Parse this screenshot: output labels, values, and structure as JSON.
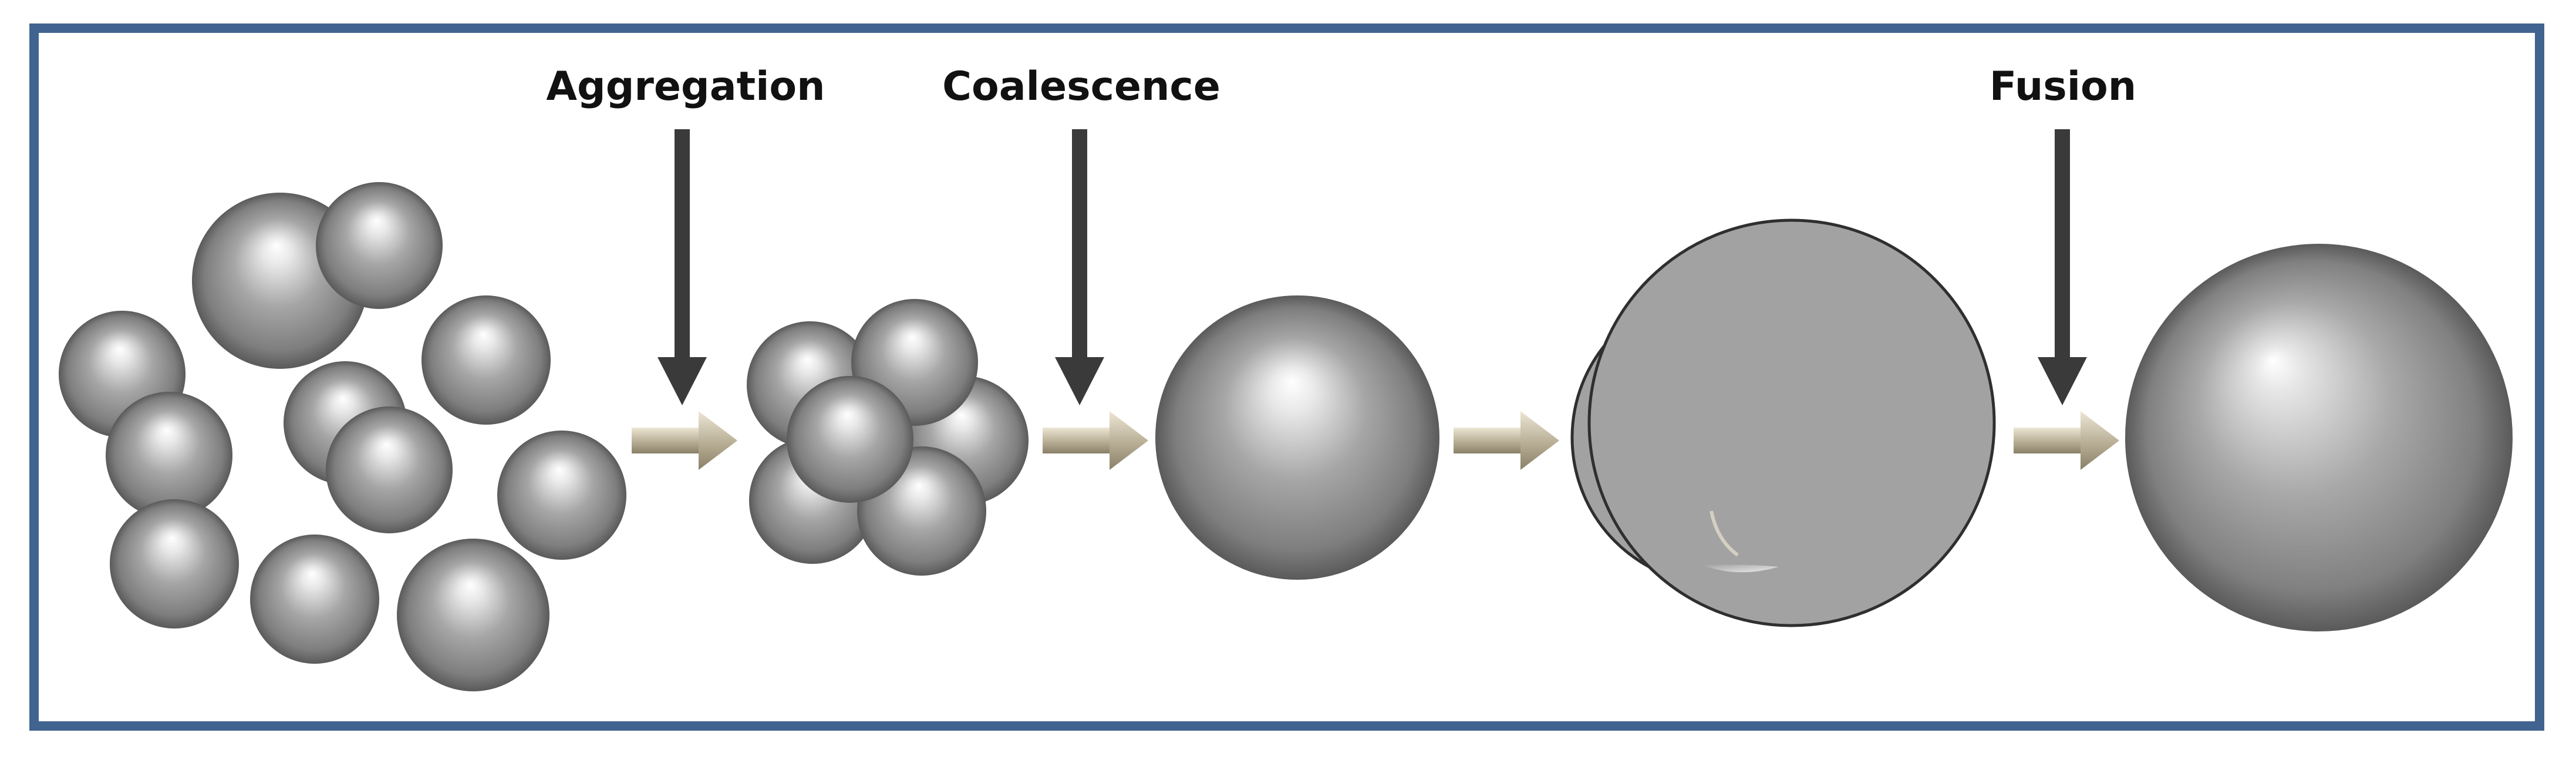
{
  "labels": {
    "aggregation": "Aggregation",
    "coalescence": "Coalescence",
    "fusion": "Fusion"
  },
  "colors": {
    "frame_border": "#41638f",
    "background": "#ffffff",
    "label_text": "#111111",
    "pointer_arrow": "#3a3a3a",
    "flow_arrow": "#bdb39b",
    "sphere_base": "#9d9d9d",
    "sphere_highlight": "#ffffff",
    "sphere_shadow": "#3c3c3c"
  },
  "icons": {
    "pointer": "down-arrow-icon",
    "flow": "right-arrow-icon",
    "particle": "sphere-icon"
  }
}
